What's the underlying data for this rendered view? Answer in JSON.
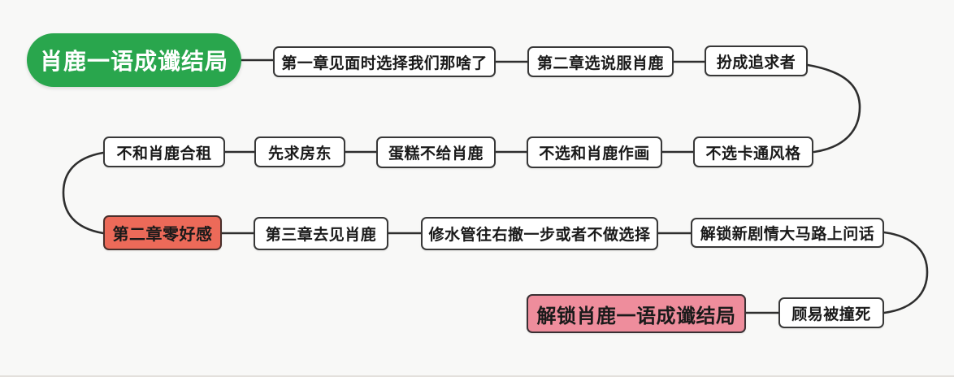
{
  "diagram": {
    "type": "flowchart-mindmap",
    "root_label": "肖鹿一语成谶结局",
    "nodes": [
      {
        "id": "root",
        "label": "肖鹿一语成谶结局",
        "style": "root"
      },
      {
        "id": "step-1",
        "label": "第一章见面时选择我们那啥了",
        "style": "default"
      },
      {
        "id": "step-2",
        "label": "第二章选说服肖鹿",
        "style": "default"
      },
      {
        "id": "step-3",
        "label": "扮成追求者",
        "style": "default"
      },
      {
        "id": "step-4",
        "label": "不选卡通风格",
        "style": "default"
      },
      {
        "id": "step-5",
        "label": "不选和肖鹿作画",
        "style": "default"
      },
      {
        "id": "step-6",
        "label": "蛋糕不给肖鹿",
        "style": "default"
      },
      {
        "id": "step-7",
        "label": "先求房东",
        "style": "default"
      },
      {
        "id": "step-8",
        "label": "不和肖鹿合租",
        "style": "default"
      },
      {
        "id": "step-9",
        "label": "第二章零好感",
        "style": "danger"
      },
      {
        "id": "step-10",
        "label": "第三章去见肖鹿",
        "style": "default"
      },
      {
        "id": "step-11",
        "label": "修水管往右撤一步或者不做选择",
        "style": "default"
      },
      {
        "id": "step-12",
        "label": "解锁新剧情大马路上问话",
        "style": "default"
      },
      {
        "id": "step-13",
        "label": "顾易被撞死",
        "style": "default"
      },
      {
        "id": "step-14",
        "label": "解锁肖鹿一语成谶结局",
        "style": "unlock"
      }
    ],
    "flow_order": [
      "肖鹿一语成谶结局",
      "第一章见面时选择我们那啥了",
      "第二章选说服肖鹿",
      "扮成追求者",
      "不选卡通风格",
      "不选和肖鹿作画",
      "蛋糕不给肖鹿",
      "先求房东",
      "不和肖鹿合租",
      "第二章零好感",
      "第三章去见肖鹿",
      "修水管往右撤一步或者不做选择",
      "解锁新剧情大马路上问话",
      "顾易被撞死",
      "解锁肖鹿一语成谶结局"
    ],
    "colors": {
      "background": "#f8f8f7",
      "root_fill": "#29a64d",
      "root_text": "#ffffff",
      "node_fill": "#ffffff",
      "node_border": "#383838",
      "node_text": "#1a1a1a",
      "danger_fill": "#ec6a59",
      "unlock_fill": "#ee8d9c",
      "connector": "#2e2e2e"
    }
  }
}
